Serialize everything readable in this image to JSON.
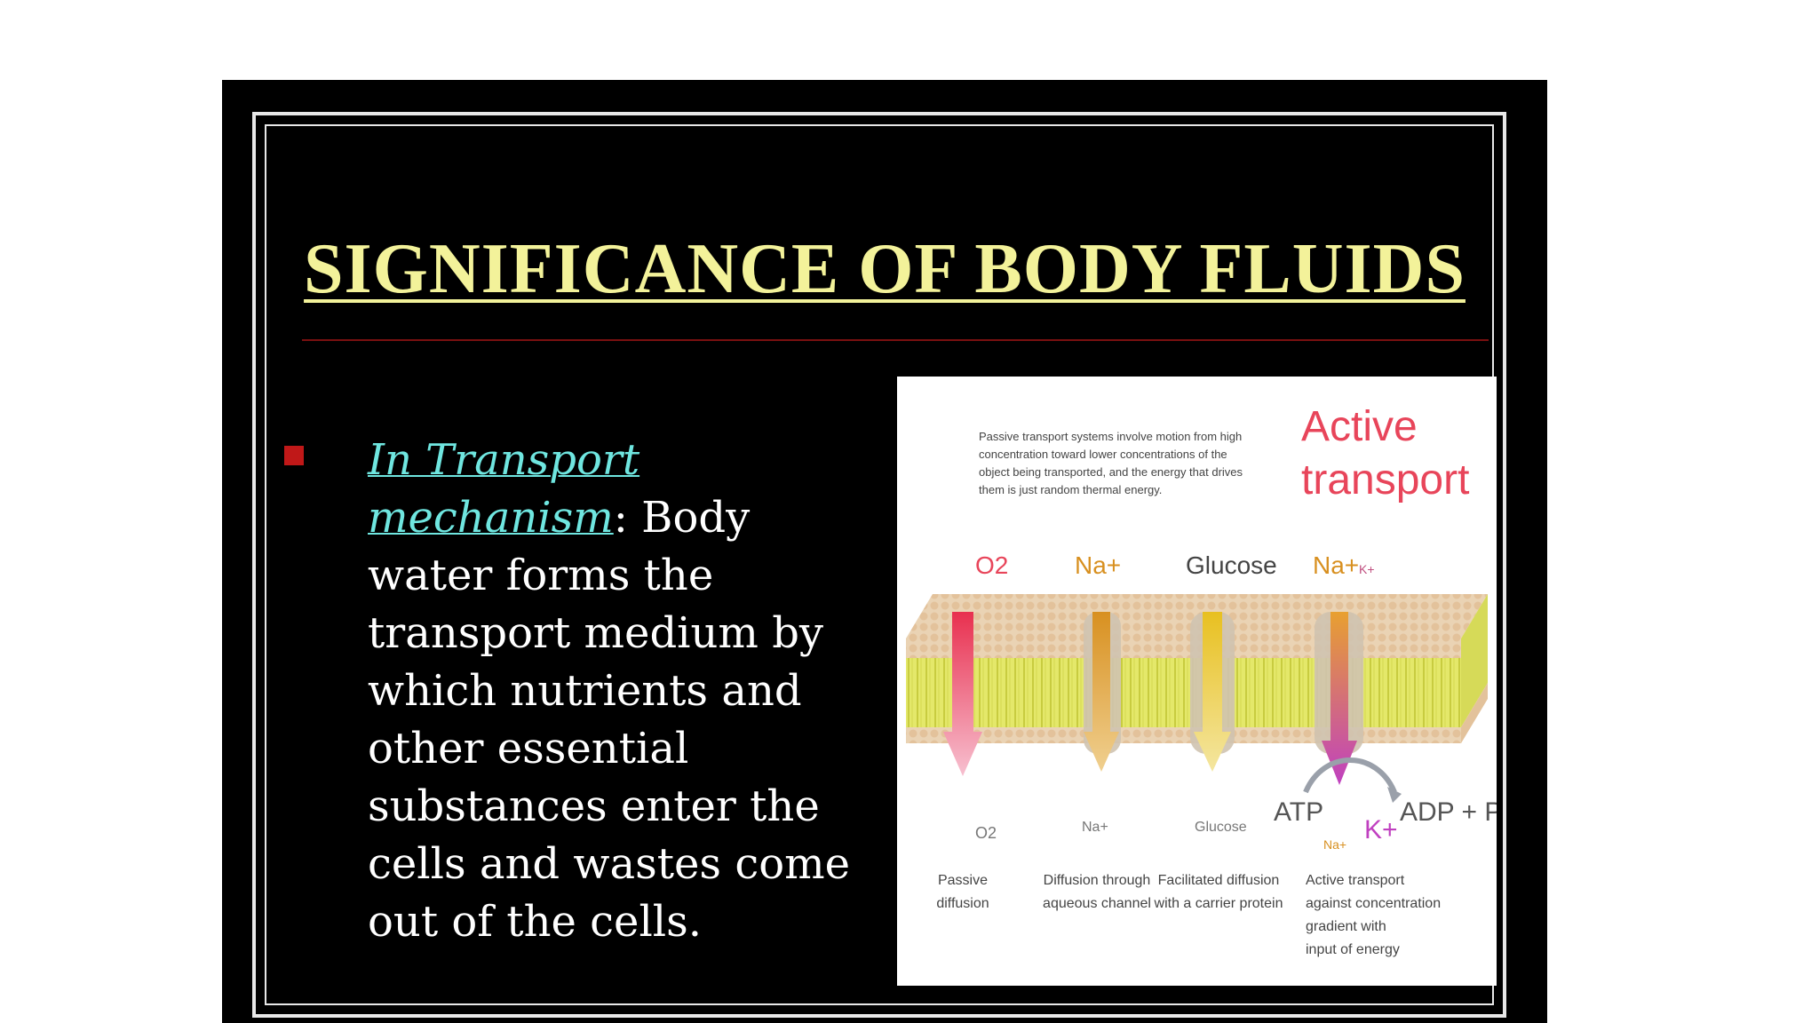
{
  "slide": {
    "title": "SIGNIFICANCE OF BODY FLUIDS",
    "bullet": {
      "link_line1": "In Transport",
      "link_line2": "mechanism",
      "text_lines": [
        ": Body",
        "water forms the",
        "transport medium by",
        "which nutrients and",
        "other essential",
        "substances enter the",
        "cells and wastes come",
        "out of the cells."
      ]
    }
  },
  "figure": {
    "passive_note": [
      "Passive transport systems involve motion from high",
      "concentration toward lower concentrations of the",
      "object being transported, and the energy that drives",
      "them is just random thermal energy."
    ],
    "active_title_1": "Active",
    "active_title_2": "transport",
    "top_labels": {
      "o2": "O2",
      "na1": "Na+",
      "glucose": "Glucose",
      "na2": "Na+",
      "k_small": "K+"
    },
    "bottom_labels": {
      "o2": "O2",
      "na": "Na+",
      "glucose": "Glucose",
      "atp": "ATP",
      "k": "K+",
      "adp": "ADP + Pi",
      "na_small": "Na+"
    },
    "captions": {
      "passive_1": "Passive",
      "passive_2": "diffusion",
      "channel_1": "Diffusion through",
      "channel_2": "aqueous channel",
      "carrier_1": "Facilitated diffusion",
      "carrier_2": "with a carrier protein",
      "active_1": "Active transport",
      "active_2": "against concentration",
      "active_3": "gradient with",
      "active_4": "input of energy"
    },
    "colors": {
      "membrane": "#e0e070",
      "head": "#e9c9a2",
      "active": "#e8455a",
      "arrow_o2": "#e8456a",
      "arrow_na": "#e0a030",
      "arrow_glu": "#e8c830",
      "arrow_k": "#c040c0"
    }
  }
}
